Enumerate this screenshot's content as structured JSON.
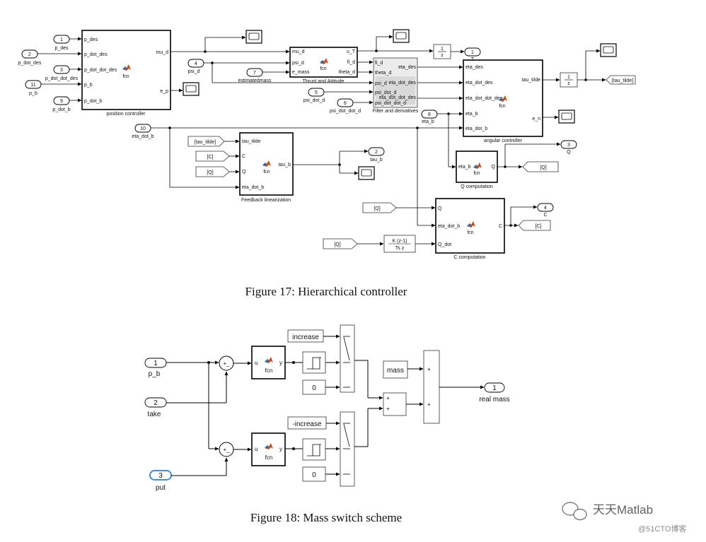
{
  "figure17": {
    "caption": "Figure 17: Hierarchical controller",
    "inports": [
      {
        "num": "1",
        "label": "p_des"
      },
      {
        "num": "2",
        "label": "p_dot_des"
      },
      {
        "num": "3",
        "label": "p_dot_dot_des"
      },
      {
        "num": "11",
        "label": "p_b"
      },
      {
        "num": "9",
        "label": "p_dot_b"
      },
      {
        "num": "4",
        "label": "psi_d"
      },
      {
        "num": "7",
        "label": "estimatedmass"
      },
      {
        "num": "5",
        "label": "psi_dot_d"
      },
      {
        "num": "6",
        "label": "psi_dot_dot_d"
      },
      {
        "num": "8",
        "label": "eta_b"
      },
      {
        "num": "10",
        "label": "eta_dot_b"
      }
    ],
    "outports": [
      {
        "num": "1",
        "label": "T"
      },
      {
        "num": "2",
        "label": "tau_b"
      },
      {
        "num": "3",
        "label": "Q"
      },
      {
        "num": "4",
        "label": "C"
      }
    ],
    "position_controller": {
      "name": "position controller",
      "inputs": [
        "p_des",
        "p_dot_des",
        "p_dot_dot_des",
        "p_b",
        "p_dot_b"
      ],
      "outputs": [
        "mu_d",
        "e_p"
      ],
      "fcn": "fcn"
    },
    "thrust_attitude": {
      "name": "Thrust and Attitude",
      "inputs": [
        "mu_d",
        "psi_d",
        "e_mass"
      ],
      "outputs": [
        "u_T",
        "fi_d",
        "theta_d"
      ],
      "fcn": "fcn"
    },
    "filter": {
      "name": "Filter and derivatives",
      "inputs": [
        "fi_d",
        "theta_d",
        "psi_d"
      ],
      "outputs": [
        "eta_des",
        "eta_dot_des",
        "eta_dot_dot_des"
      ],
      "extra_inputs": [
        "psi_dot_d",
        "psi_dot_dot_d"
      ]
    },
    "angular_controller": {
      "name": "angular controller",
      "inputs": [
        "eta_des",
        "eta_dot_des",
        "eta_dot_dot_des",
        "eta_b",
        "eta_dot_b"
      ],
      "outputs": [
        "tau_tilde",
        "e_n"
      ],
      "fcn": "fcn"
    },
    "feedback_linearization": {
      "name": "Feedback linearization",
      "inputs": [
        "tau_tilde",
        "C",
        "Q",
        "eta_dot_b"
      ],
      "outputs": [
        "tau_b"
      ],
      "fcn": "fcn"
    },
    "q_computation": {
      "name": "Q computation",
      "inputs": [
        "eta_b"
      ],
      "outputs": [
        "Q"
      ],
      "fcn": "fcn"
    },
    "c_computation": {
      "name": "C computation",
      "inputs": [
        "Q",
        "eta_dot_b",
        "Q_dot"
      ],
      "outputs": [
        "C"
      ],
      "fcn": "fcn"
    },
    "goto_tags": [
      "[tau_tilde]",
      "[Q]",
      "[C]"
    ],
    "from_tags": [
      "[tau_tilde]",
      "[C]",
      "[Q]",
      "[Q]",
      "[Q]"
    ],
    "unit_delay": {
      "num": "1",
      "den": "z"
    },
    "discrete_derivative": {
      "num": "K (z-1)",
      "den": "Ts z"
    }
  },
  "figure18": {
    "caption": "Figure 18: Mass switch scheme",
    "inports": [
      {
        "num": "1",
        "label": "p_b"
      },
      {
        "num": "2",
        "label": "take"
      },
      {
        "num": "3",
        "label": "put"
      }
    ],
    "outport": {
      "num": "1",
      "label": "real mass"
    },
    "fcn_block": {
      "u": "u",
      "y": "y",
      "name": "fcn"
    },
    "constants": {
      "increase": "increase",
      "neg_increase": "-increase",
      "zero": "0",
      "mass": "mass"
    },
    "sum_signs": {
      "minus": "+_",
      "plus": "+"
    }
  },
  "watermark": {
    "brand": "天天Matlab",
    "site": "@51CTO博客"
  }
}
